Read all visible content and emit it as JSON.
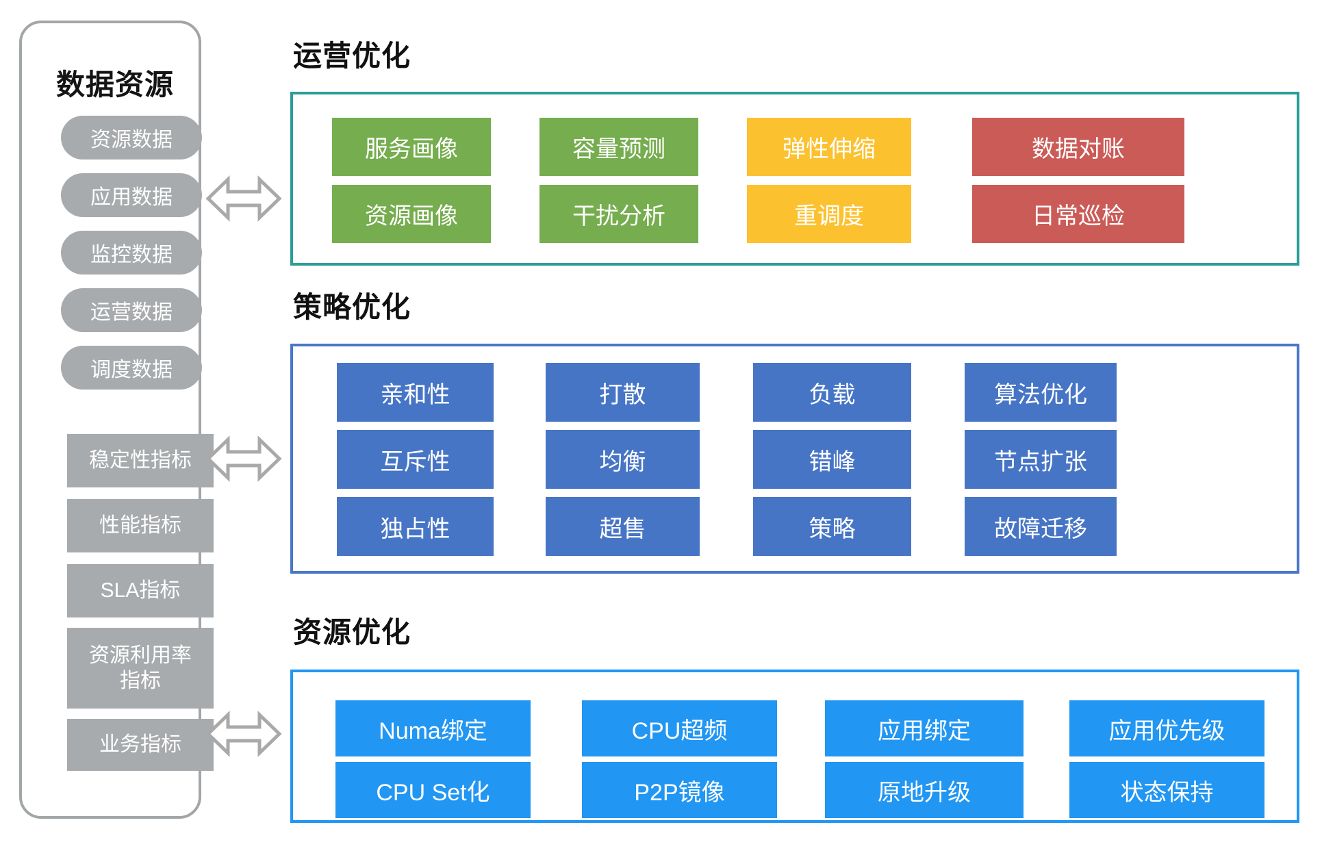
{
  "sidebar": {
    "title": "数据资源",
    "data_items": [
      "资源数据",
      "应用数据",
      "监控数据",
      "运营数据",
      "调度数据"
    ],
    "metric_items": [
      "稳定性指标",
      "性能指标",
      "SLA指标",
      "资源利用率指标",
      "业务指标"
    ]
  },
  "sections": [
    {
      "title": "运营优化",
      "boxes": [
        "服务画像",
        "容量预测",
        "弹性伸缩",
        "数据对账",
        "资源画像",
        "干扰分析",
        "重调度",
        "日常巡检"
      ]
    },
    {
      "title": "策略优化",
      "boxes": [
        "亲和性",
        "打散",
        "负载",
        "算法优化",
        "互斥性",
        "均衡",
        "错峰",
        "节点扩张",
        "独占性",
        "超售",
        "策略",
        "故障迁移"
      ]
    },
    {
      "title": "资源优化",
      "boxes": [
        "Numa绑定",
        "CPU超频",
        "应用绑定",
        "应用优先级",
        "CPU Set化",
        "P2P镜像",
        "原地升级",
        "状态保持"
      ]
    }
  ],
  "colors": {
    "node_green": "#76ad4f",
    "node_yellow": "#fcc12f",
    "node_red": "#cb5b57",
    "node_blue": "#4775c6",
    "node_sky_blue": "#2196f3",
    "frame_teal": "#2a9d97",
    "frame_blue": "#4977c9",
    "frame_sky_blue": "#2196f3",
    "sidebar_gray": "#a8abad",
    "arrow_gray": "#a9a9a9"
  }
}
